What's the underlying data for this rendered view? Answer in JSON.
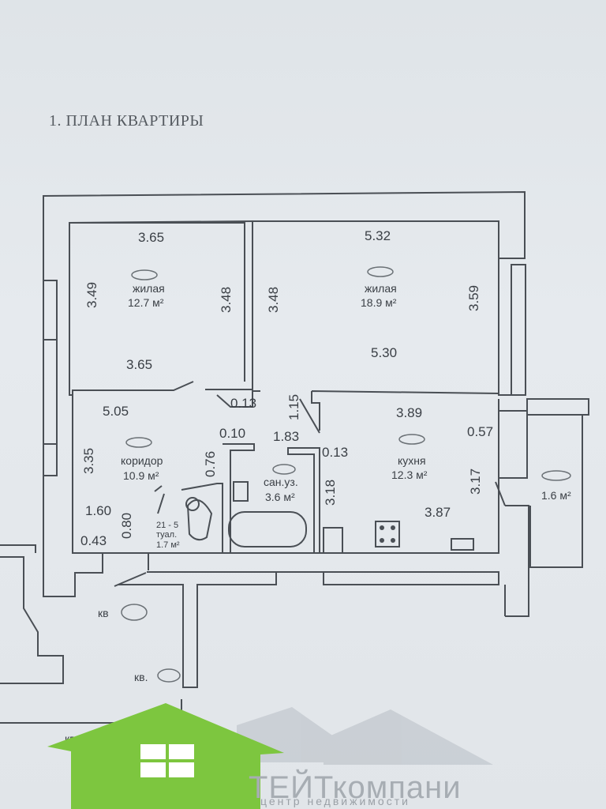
{
  "title": "1. ПЛАН КВАРТИРЫ",
  "rooms": {
    "living1": {
      "name": "жилая",
      "area": "12.7 м²",
      "dims": [
        "3.65",
        "3.49",
        "3.48",
        "3.65"
      ]
    },
    "living2": {
      "name": "жилая",
      "area": "18.9 м²",
      "dims": [
        "5.32",
        "3.48",
        "3.59",
        "5.30"
      ]
    },
    "corridor": {
      "name": "коридор",
      "area": "10.9 м²",
      "dims": [
        "5.05",
        "3.35",
        "1.60",
        "0.80",
        "0.43",
        "0.76",
        "0.10",
        "0.13"
      ]
    },
    "bathroom": {
      "name": "сан.уз.",
      "area": "3.6 м²",
      "dims": [
        "1.83",
        "3.18",
        "0.13"
      ]
    },
    "toilet": {
      "code": "21 - 5",
      "name": "туал.",
      "area": "1.7 м²"
    },
    "kitchen": {
      "name": "кухня",
      "area": "12.3 м²",
      "dims": [
        "3.89",
        "0.57",
        "3.17",
        "3.87"
      ]
    },
    "balcony": {
      "area": "1.6 м²"
    },
    "passage": {
      "dim": "1.15"
    }
  },
  "neighbors": {
    "kv1": "кв",
    "kv2": "кв.",
    "kv3": "кв"
  },
  "logo": {
    "text": "ТЕЙТкомпани",
    "sub": "центр недвижимости"
  }
}
